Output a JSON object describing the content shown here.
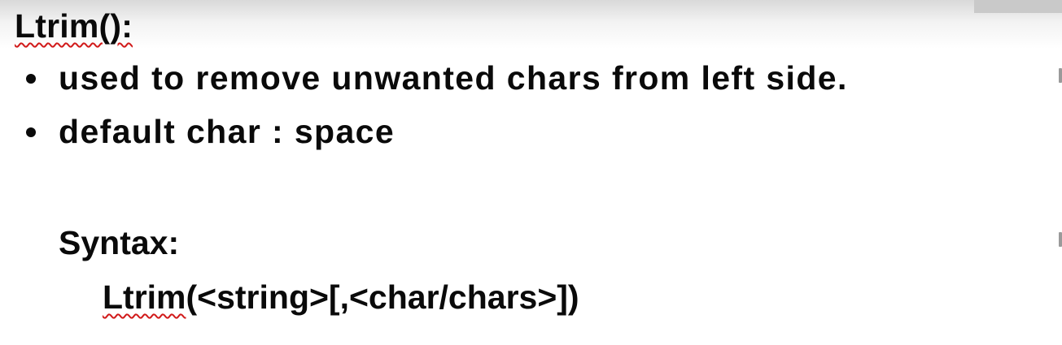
{
  "slide": {
    "title": "Ltrim():",
    "bullets": [
      "used to remove unwanted chars from left side.",
      "default char : space"
    ],
    "syntax_label": "Syntax:",
    "syntax_fn": "Ltrim",
    "syntax_args": "(<string>[,<char/chars>])"
  },
  "colors": {
    "text": "#0a0a0a",
    "spellcheck_underline": "#d11a1a",
    "background": "#ffffff"
  }
}
